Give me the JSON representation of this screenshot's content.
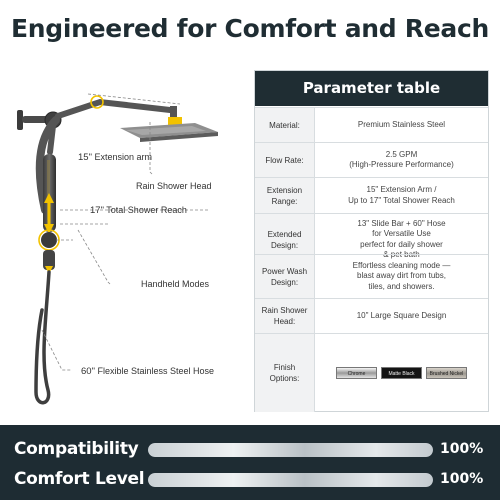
{
  "headline": "Engineered for Comfort and Reach",
  "diagram": {
    "callouts": {
      "extension_num": "15\"",
      "extension_text": "Extension arm",
      "rain_head": "Rain Shower Head",
      "reach_num": "17\"",
      "reach_text": "Total Shower Reach",
      "handheld": "Handheld Modes",
      "hose_num": "60\"",
      "hose_text": "Flexible Stainless Steel Hose"
    }
  },
  "parameter_table": {
    "title": "Parameter table",
    "rows": [
      {
        "label_lines": [
          "Material:"
        ],
        "value_lines": [
          "Premium Stainless Steel"
        ]
      },
      {
        "label_lines": [
          "Flow Rate:"
        ],
        "value_lines": [
          "2.5 GPM",
          "(High-Pressure Performance)"
        ]
      },
      {
        "label_lines": [
          "Extension",
          "Range:"
        ],
        "value_lines": [
          "15\" Extension Arm /",
          "Up to 17\" Total Shower Reach"
        ]
      },
      {
        "label_lines": [
          "Extended",
          "Design:"
        ],
        "value_lines": [
          "13\" Slide Bar + 60\" Hose",
          "for Versatile Use",
          "perfect for daily shower",
          "& pet bath"
        ]
      },
      {
        "label_lines": [
          "Power Wash",
          "Design:"
        ],
        "value_lines": [
          "Effortless cleaning mode —",
          "blast away dirt from tubs,",
          "tiles, and showers."
        ]
      },
      {
        "label_lines": [
          "Rain Shower",
          "Head:"
        ],
        "value_lines": [
          "10\" Large Square Design"
        ]
      },
      {
        "label_lines": [
          "Finish",
          "Options:"
        ],
        "finishes": [
          "Chrome",
          "Matte Black",
          "Brushed Nickel"
        ]
      }
    ]
  },
  "meters": [
    {
      "label": "Compatibility",
      "value_text": "100%",
      "fraction": 1.0
    },
    {
      "label": "Comfort Level",
      "value_text": "100%",
      "fraction": 1.0
    }
  ],
  "colors": {
    "dark": "#1f2d33",
    "accent_yellow": "#f2c200",
    "table_label_bg": "#f1f2f3"
  }
}
